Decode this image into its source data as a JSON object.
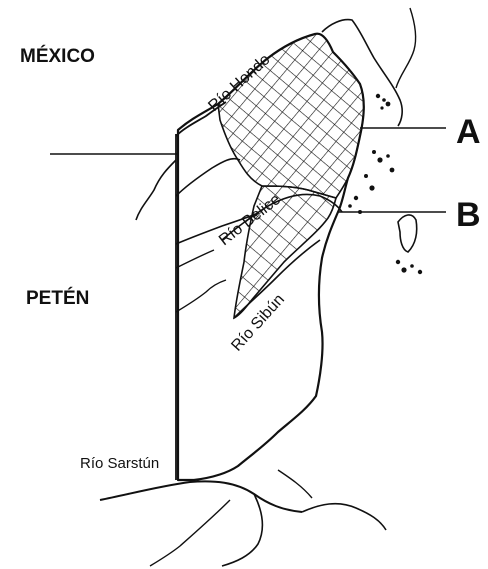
{
  "labels": {
    "mexico": "MÉXICO",
    "peten": "PETÉN",
    "line_a": "A",
    "line_b": "B",
    "rio_hondo": "Río Hondo",
    "rio_belice": "Río Belice",
    "rio_sibun": "Río Sibún",
    "rio_sarstun": "Río Sarstún"
  },
  "colors": {
    "ink": "#111111",
    "background": "#ffffff"
  }
}
